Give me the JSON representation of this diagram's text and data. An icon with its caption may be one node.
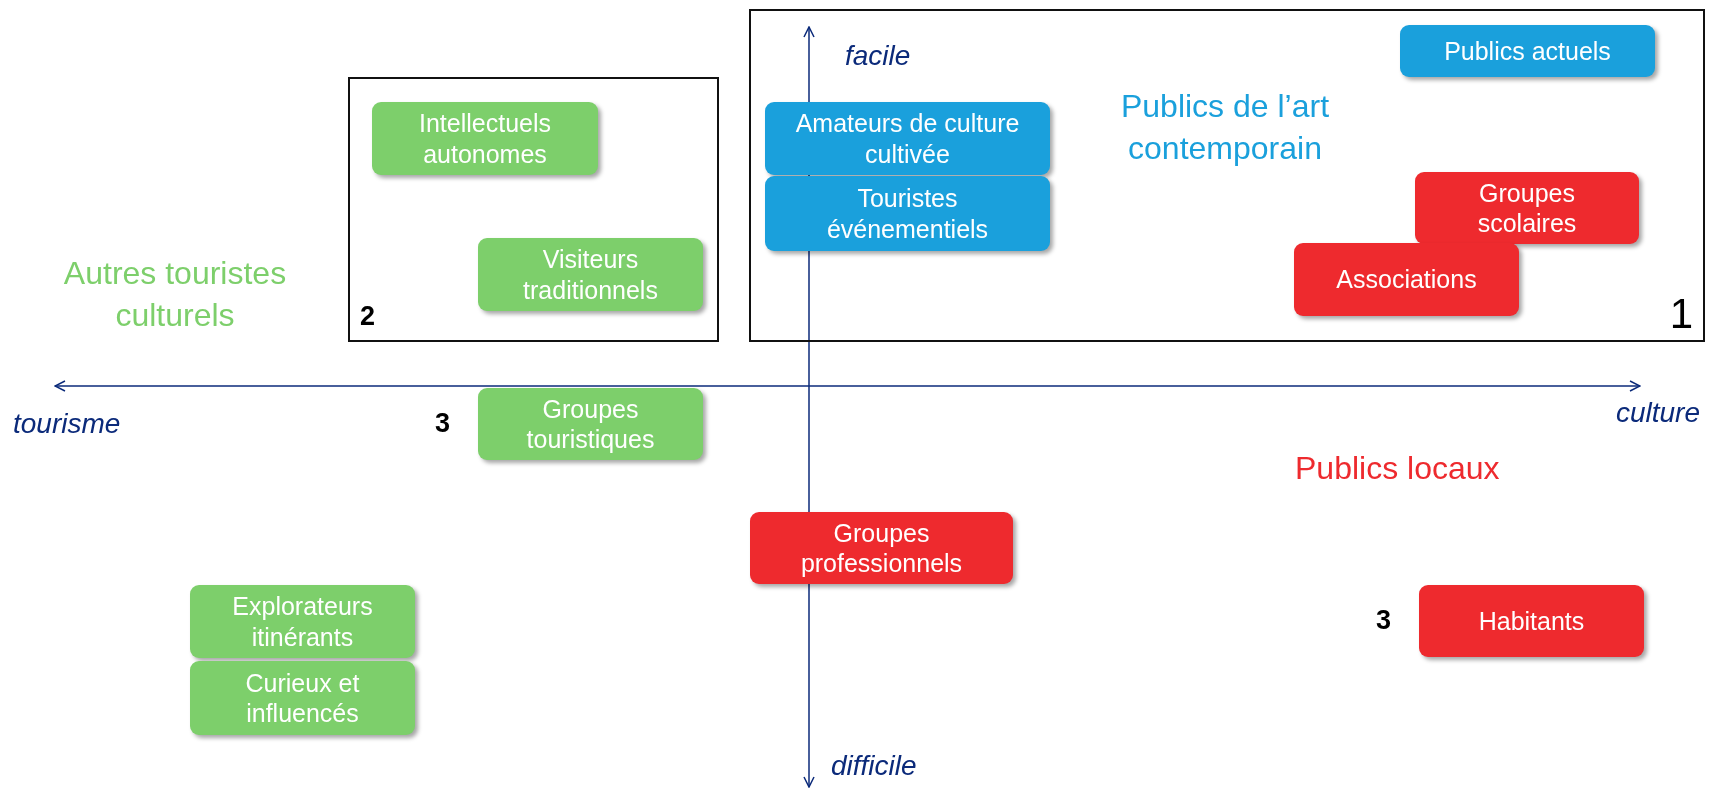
{
  "diagram": {
    "nodes": [
      {
        "text": [
          "1"
        ]
      },
      {
        "text": [
          "Publics actuels"
        ],
        "in": 0
      },
      {
        "text": [
          "Amateurs de culture cultivée"
        ],
        "in": 0
      },
      {
        "text": [
          "Touristes événementiels"
        ],
        "in": 0
      },
      {
        "text": [
          "Groupes scolaires"
        ],
        "in": 0
      },
      {
        "text": [
          "Associations"
        ],
        "in": 0
      },
      {
        "text": [
          "2"
        ]
      },
      {
        "text": [
          "Intellectuels autonomes"
        ],
        "in": 6
      },
      {
        "text": [
          "Visiteurs traditionnels"
        ],
        "in": 6
      },
      {
        "text": [
          "Groupes touristiques"
        ],
        "beside": [
          "3"
        ]
      },
      {
        "text": [
          "Groupes professionnels"
        ]
      },
      {
        "text": [
          "Explorateurs itinérants"
        ]
      },
      {
        "text": [
          "Habitants"
        ],
        "beside": [
          "3"
        ]
      },
      {
        "text": [
          "Curieux et influencés"
        ]
      }
    ],
    "labels": [
      "facile",
      "Publics de l’art contemporain",
      "Autres touristes culturels",
      "tourisme",
      "culture",
      "Publics locaux",
      "difficile"
    ]
  }
}
